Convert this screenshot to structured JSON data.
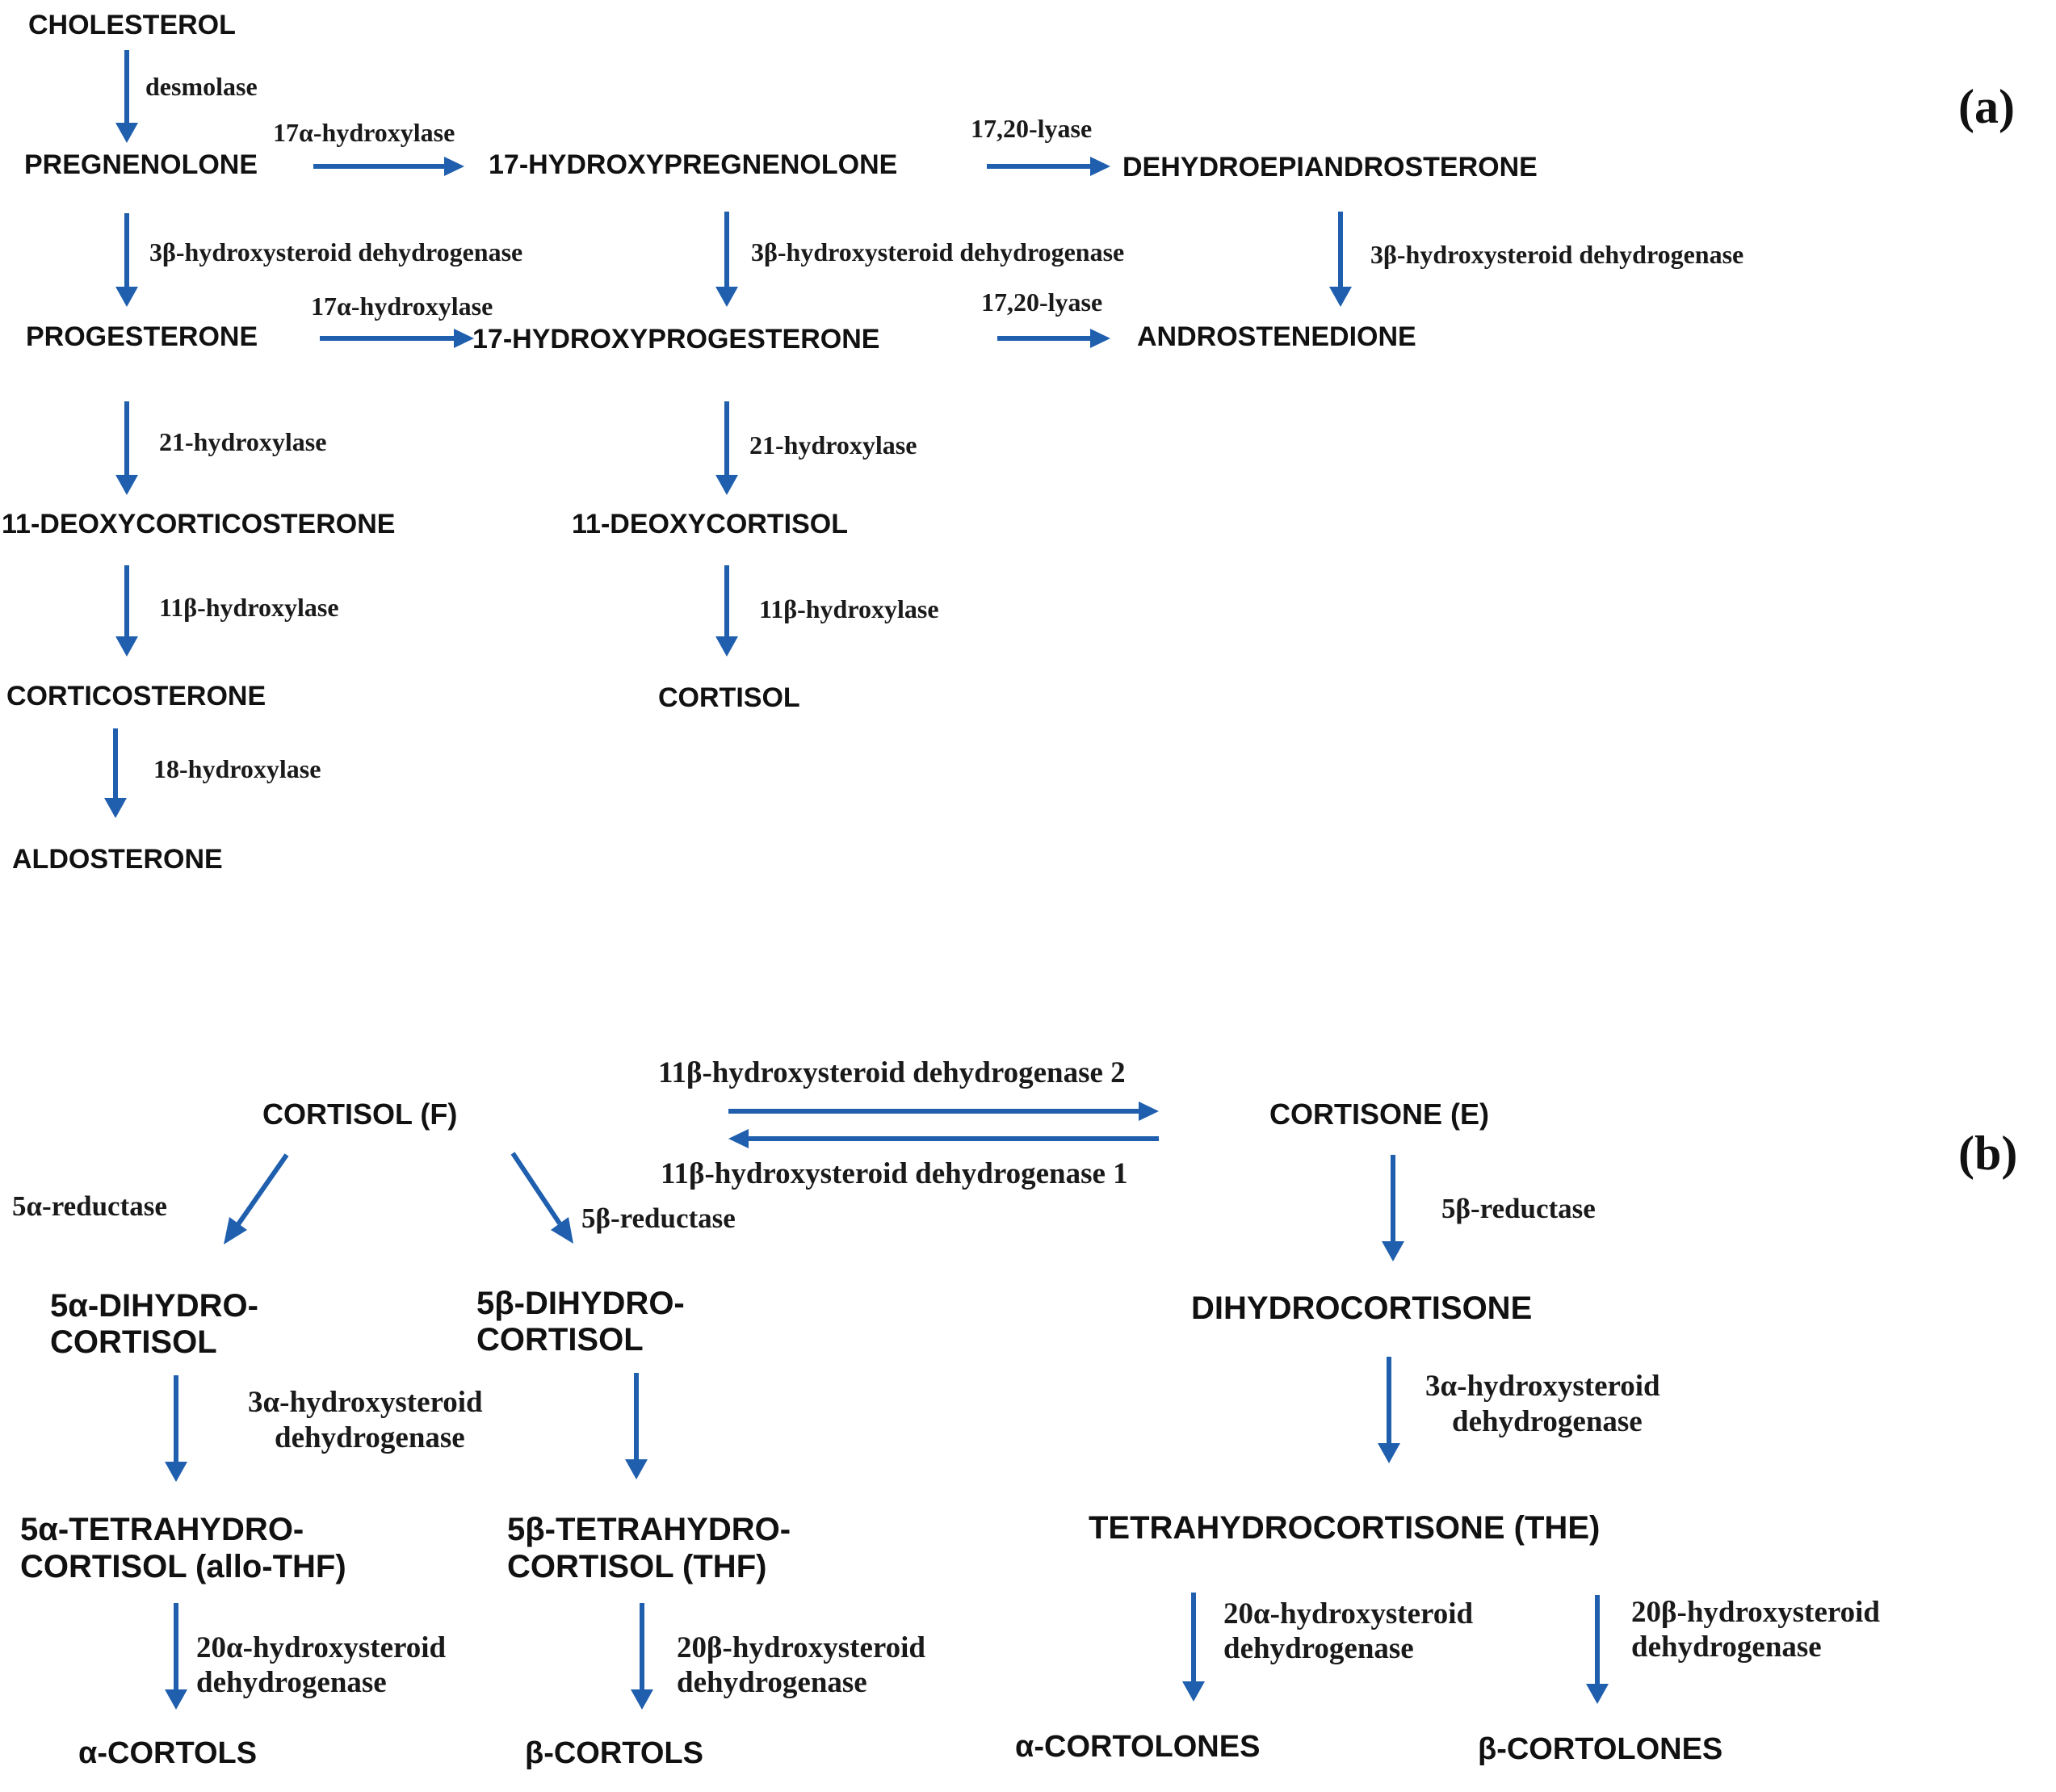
{
  "arrow_color": "#1f5fae",
  "panel_a": {
    "label": "(a)",
    "compounds": {
      "cholesterol": "CHOLESTEROL",
      "pregnenolone": "PREGNENOLONE",
      "hydroxypregnenolone": "17-HYDROXYPREGNENOLONE",
      "dhea": "DEHYDROEPIANDROSTERONE",
      "progesterone": "PROGESTERONE",
      "hydroxyprogesterone": "17-HYDROXYPROGESTERONE",
      "androstenedione": "ANDROSTENEDIONE",
      "deoxycorticosterone": "11-DEOXYCORTICOSTERONE",
      "deoxycortisol": "11-DEOXYCORTISOL",
      "corticosterone": "CORTICOSTERONE",
      "cortisol": "CORTISOL",
      "aldosterone": "ALDOSTERONE"
    },
    "enzymes": {
      "desmolase": "desmolase",
      "hydroxylase17_a": "17α-hydroxylase",
      "lyase_a": "17,20-lyase",
      "hsd3b_1": "3β-hydroxysteroid dehydrogenase",
      "hsd3b_2": "3β-hydroxysteroid dehydrogenase",
      "hsd3b_3": "3β-hydroxysteroid dehydrogenase",
      "hydroxylase17_b": "17α-hydroxylase",
      "lyase_b": "17,20-lyase",
      "hydroxylase21_a": "21-hydroxylase",
      "hydroxylase21_b": "21-hydroxylase",
      "hydroxylase11b_a": "11β-hydroxylase",
      "hydroxylase11b_b": "11β-hydroxylase",
      "hydroxylase18": "18-hydroxylase"
    }
  },
  "panel_b": {
    "label": "(b)",
    "compounds": {
      "cortisol_f": "CORTISOL  (F)",
      "cortisone_e": "CORTISONE  (E)",
      "a_dihydro_1": "5α-DIHYDRO-",
      "a_dihydro_2": "CORTISOL",
      "b_dihydro_1": "5β-DIHYDRO-",
      "b_dihydro_2": "CORTISOL",
      "dihydrocortisone": "DIHYDROCORTISONE",
      "a_tetra_1": "5α-TETRAHYDRO-",
      "a_tetra_2": "CORTISOL (allo-THF)",
      "b_tetra_1": "5β-TETRAHYDRO-",
      "b_tetra_2": "CORTISOL (THF)",
      "the": "TETRAHYDROCORTISONE  (THE)",
      "a_cortols": "α-CORTOLS",
      "b_cortols": "β-CORTOLS",
      "a_cortolones": "α-CORTOLONES",
      "b_cortolones": "β-CORTOLONES"
    },
    "enzymes": {
      "hsd11b2": "11β-hydroxysteroid dehydrogenase 2",
      "hsd11b1": "11β-hydroxysteroid dehydrogenase 1",
      "a_reductase": "5α-reductase",
      "b_reductase_1": "5β-reductase",
      "b_reductase_2": "5β-reductase",
      "hsd3a_1_l1": "3α-hydroxysteroid",
      "hsd3a_1_l2": "dehydrogenase",
      "hsd3a_2_l1": "3α-hydroxysteroid",
      "hsd3a_2_l2": "dehydrogenase",
      "hsd20a_1_l1": "20α-hydroxysteroid",
      "hsd20a_1_l2": "dehydrogenase",
      "hsd20b_1_l1": "20β-hydroxysteroid",
      "hsd20b_1_l2": "dehydrogenase",
      "hsd20a_2_l1": "20α-hydroxysteroid",
      "hsd20a_2_l2": "dehydrogenase",
      "hsd20b_2_l1": "20β-hydroxysteroid",
      "hsd20b_2_l2": "dehydrogenase"
    }
  }
}
